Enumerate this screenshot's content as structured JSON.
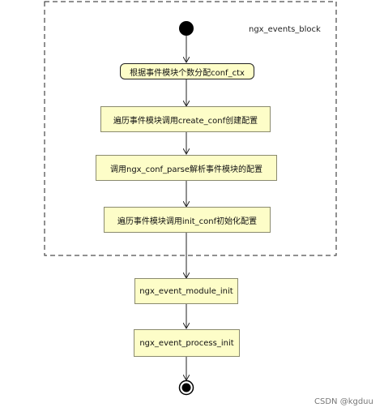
{
  "frame": {
    "label": "ngx_events_block"
  },
  "steps": [
    {
      "label": "根据事件模块个数分配conf_ctx"
    },
    {
      "label": "遍历事件模块调用create_conf创建配置"
    },
    {
      "label": "调用ngx_conf_parse解析事件模块的配置"
    },
    {
      "label": "遍历事件模块调用init_conf初始化配置"
    },
    {
      "label": "ngx_event_module_init"
    },
    {
      "label": "ngx_event_process_init"
    }
  ],
  "watermark": "CSDN @kgduu",
  "colors": {
    "node_fill": "#fdfdc8",
    "node_border": "#8a8a6e",
    "line": "#222222"
  }
}
